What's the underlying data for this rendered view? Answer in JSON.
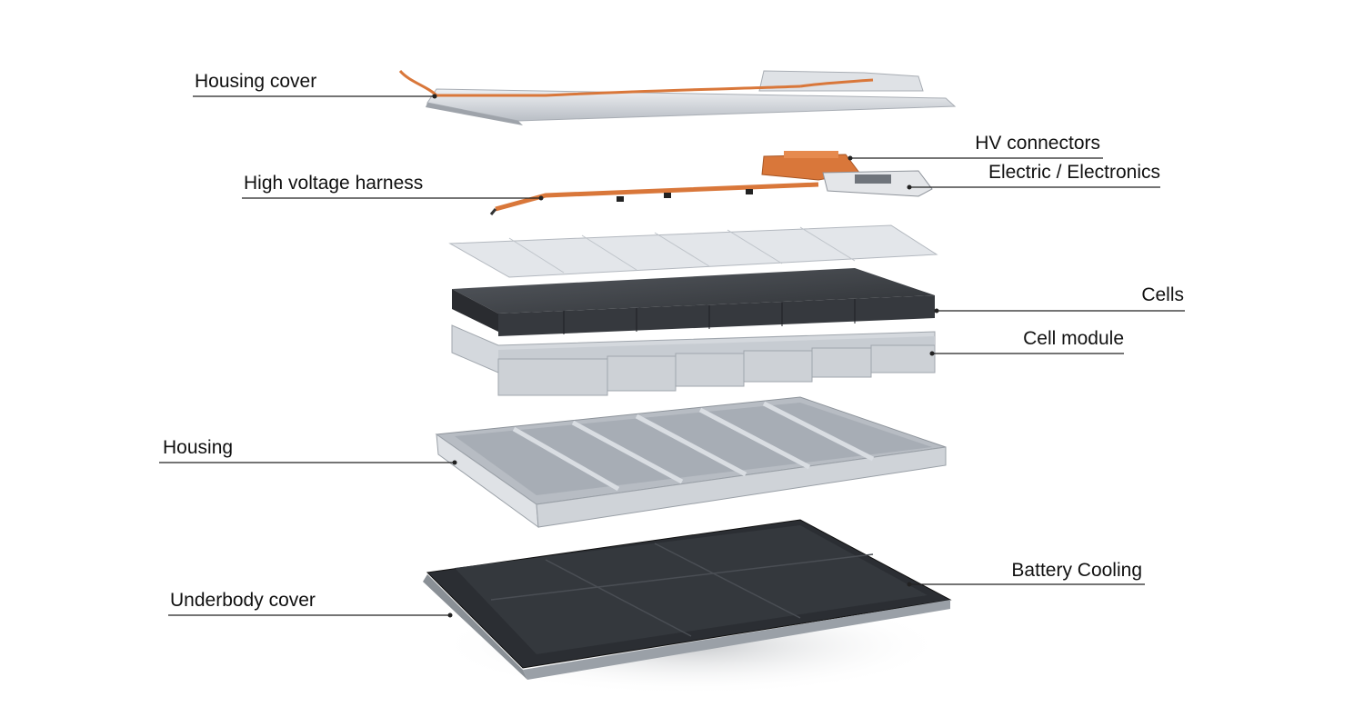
{
  "labels": {
    "housing_cover": "Housing cover",
    "hv_connectors": "HV connectors",
    "electric_electronics": "Electric / Electronics",
    "high_voltage_harness": "High voltage harness",
    "cells": "Cells",
    "cell_module": "Cell module",
    "housing": "Housing",
    "battery_cooling": "Battery Cooling",
    "underbody_cover": "Underbody cover"
  },
  "colors": {
    "copper": "#d9773a",
    "aluminium": "#cfd3d8",
    "cell_dark": "#3a3d42",
    "cooling_dark": "#2b2e33",
    "leader": "#222222"
  }
}
